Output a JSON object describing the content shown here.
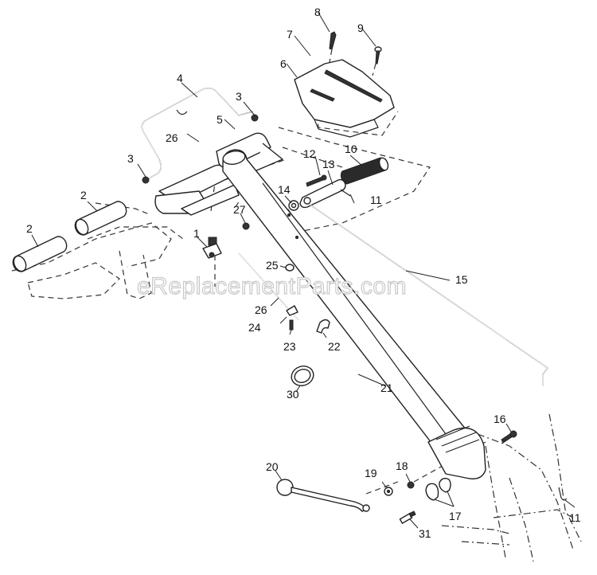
{
  "watermark": "eReplacementParts.com",
  "callouts": {
    "c1": "1",
    "c2a": "2",
    "c2b": "2",
    "c3a": "3",
    "c3b": "3",
    "c4": "4",
    "c5": "5",
    "c6": "6",
    "c7": "7",
    "c8": "8",
    "c9": "9",
    "c10": "10",
    "c11a": "11",
    "c11b": "11",
    "c12": "12",
    "c13": "13",
    "c14": "14",
    "c15": "15",
    "c16": "16",
    "c17": "17",
    "c18": "18",
    "c19": "19",
    "c20": "20",
    "c21": "21",
    "c22": "22",
    "c23": "23",
    "c24": "24",
    "c25": "25",
    "c26a": "26",
    "c26b": "26",
    "c27": "27",
    "c30": "30",
    "c31": "31"
  }
}
